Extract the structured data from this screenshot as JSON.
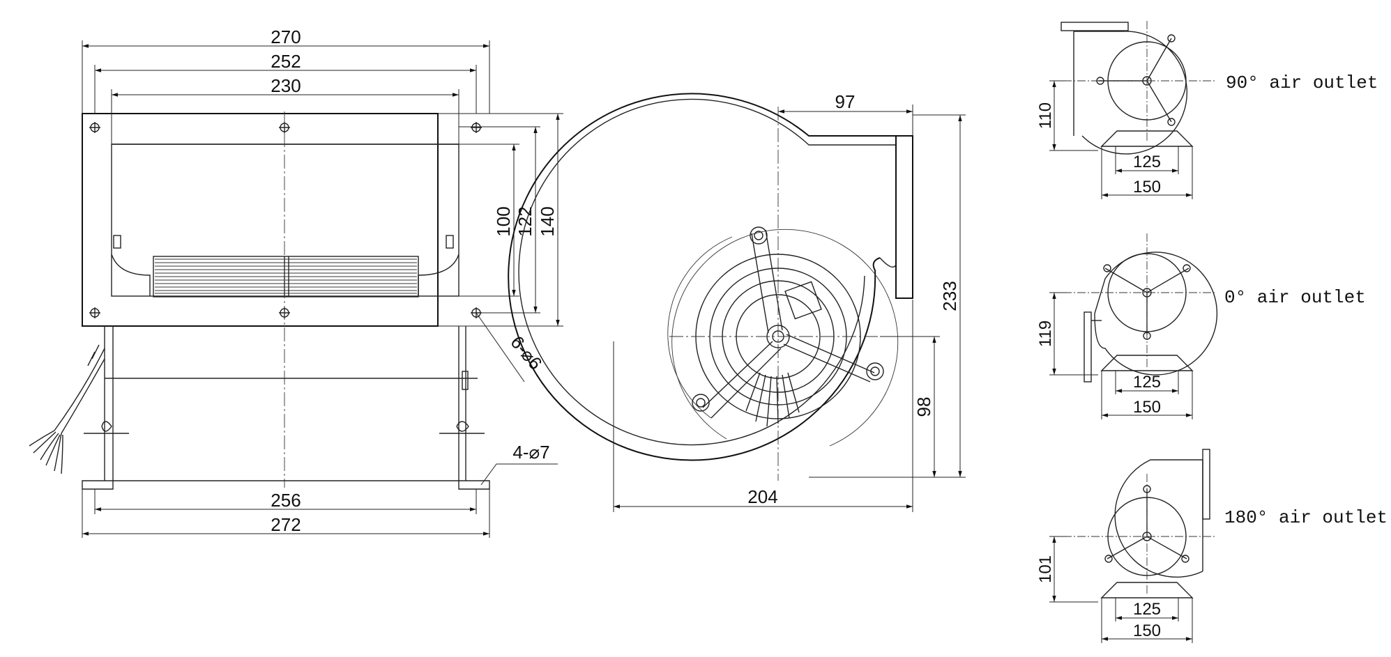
{
  "colors": {
    "ink": "#111111",
    "background": "#ffffff"
  },
  "front_view": {
    "dim_top_outer": "270",
    "dim_top_mid": "252",
    "dim_top_inner": "230",
    "dim_right_outer": "140",
    "dim_right_mid": "122",
    "dim_right_inner": "100",
    "hole_callout": "6-⌀6",
    "foot_callout": "4-⌀7",
    "dim_bottom_inner": "256",
    "dim_bottom_outer": "272"
  },
  "side_view": {
    "dim_top": "97",
    "dim_height": "233",
    "dim_axis_height": "98",
    "dim_width": "204"
  },
  "outlet_views": [
    {
      "label": "90° air outlet",
      "dim_height": "110",
      "dim_base_inner": "125",
      "dim_base_outer": "150"
    },
    {
      "label": "0° air outlet",
      "dim_height": "119",
      "dim_base_inner": "125",
      "dim_base_outer": "150"
    },
    {
      "label": "180° air outlet",
      "dim_height": "101",
      "dim_base_inner": "125",
      "dim_base_outer": "150"
    }
  ]
}
